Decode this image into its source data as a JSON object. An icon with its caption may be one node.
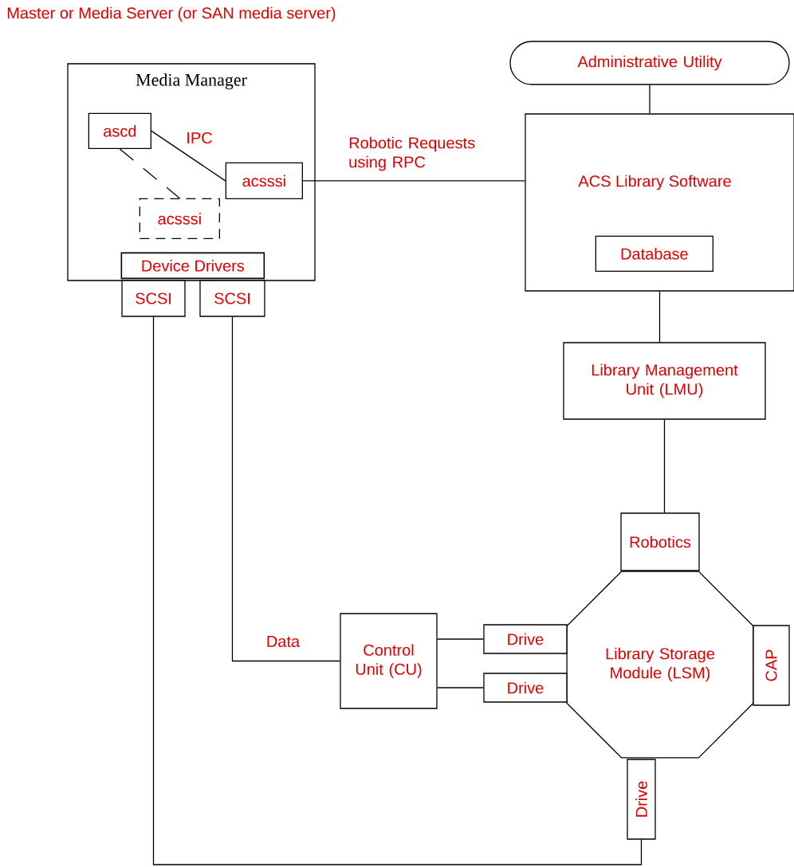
{
  "diagram": {
    "title": "Master or Media Server (or SAN media server)",
    "nodes": [
      {
        "text": [
          "Media Manager"
        ]
      },
      {
        "text": [
          "ascd"
        ],
        "in": 0
      },
      {
        "text": [
          "acsssi"
        ],
        "in": 0
      },
      {
        "text": [
          "acsssi"
        ],
        "in": 0
      },
      {
        "text": [
          "Device Drivers"
        ],
        "in": 0
      },
      {
        "text": [
          "SCSI"
        ]
      },
      {
        "text": [
          "SCSI"
        ]
      },
      {
        "text": [
          "Administrative Utility"
        ]
      },
      {
        "text": [
          "ACS Library Software"
        ]
      },
      {
        "text": [
          "Database"
        ],
        "in": 8
      },
      {
        "text": [
          "Library Management Unit (LMU)"
        ]
      },
      {
        "text": [
          "Robotics"
        ]
      },
      {
        "text": [
          "Library Storage Module (LSM)"
        ]
      },
      {
        "text": [
          "CAP"
        ]
      },
      {
        "text": [
          "Control Unit (CU)"
        ]
      },
      {
        "text": [
          "Drive"
        ]
      },
      {
        "text": [
          "Drive"
        ]
      },
      {
        "text": [
          "Drive"
        ]
      }
    ],
    "edges": [
      {
        "from": 1,
        "to": 2,
        "arrow": "none",
        "label": "IPC"
      },
      {
        "from": 1,
        "to": 3,
        "arrow": "none",
        "style": "dashed"
      },
      {
        "from": 2,
        "to": 8,
        "arrow": "none",
        "label": "Robotic Requests using RPC"
      },
      {
        "from": 7,
        "to": 8,
        "arrow": "none"
      },
      {
        "from": 8,
        "to": 10,
        "arrow": "none"
      },
      {
        "from": 10,
        "to": 11,
        "arrow": "none"
      },
      {
        "from": 6,
        "to": 14,
        "arrow": "none",
        "label": "Data"
      },
      {
        "from": 5,
        "to": 17,
        "arrow": "none"
      },
      {
        "from": 14,
        "to": 15,
        "arrow": "none"
      },
      {
        "from": 14,
        "to": 16,
        "arrow": "none"
      }
    ]
  }
}
